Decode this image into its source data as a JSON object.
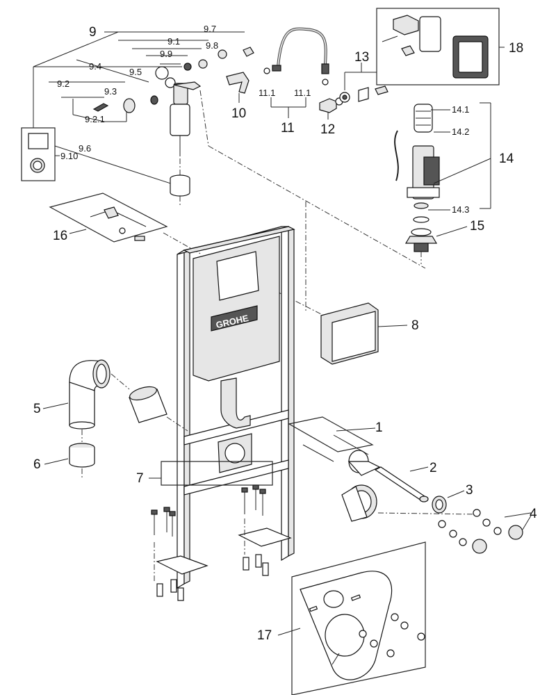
{
  "brand": "GROHE",
  "callouts": {
    "c1": "1",
    "c2": "2",
    "c3": "3",
    "c4": "4",
    "c5": "5",
    "c6": "6",
    "c7": "7",
    "c8": "8",
    "c9": "9",
    "c10": "10",
    "c11": "11",
    "c12": "12",
    "c13": "13",
    "c14": "14",
    "c15": "15",
    "c16": "16",
    "c17": "17",
    "c18": "18",
    "c9_1": "9.1",
    "c9_2": "9.2",
    "c9_2_1": "9.2.1",
    "c9_3": "9.3",
    "c9_4": "9.4",
    "c9_5": "9.5",
    "c9_6": "9.6",
    "c9_7": "9.7",
    "c9_8": "9.8",
    "c9_9": "9.9",
    "c9_10": "9.10",
    "c11_1a": "11.1",
    "c11_1b": "11.1",
    "c14_1": "14.1",
    "c14_2": "14.2",
    "c14_3": "14.3"
  },
  "colors": {
    "ink": "#111111",
    "fill": "#e6e6e6",
    "dark": "#555555"
  }
}
